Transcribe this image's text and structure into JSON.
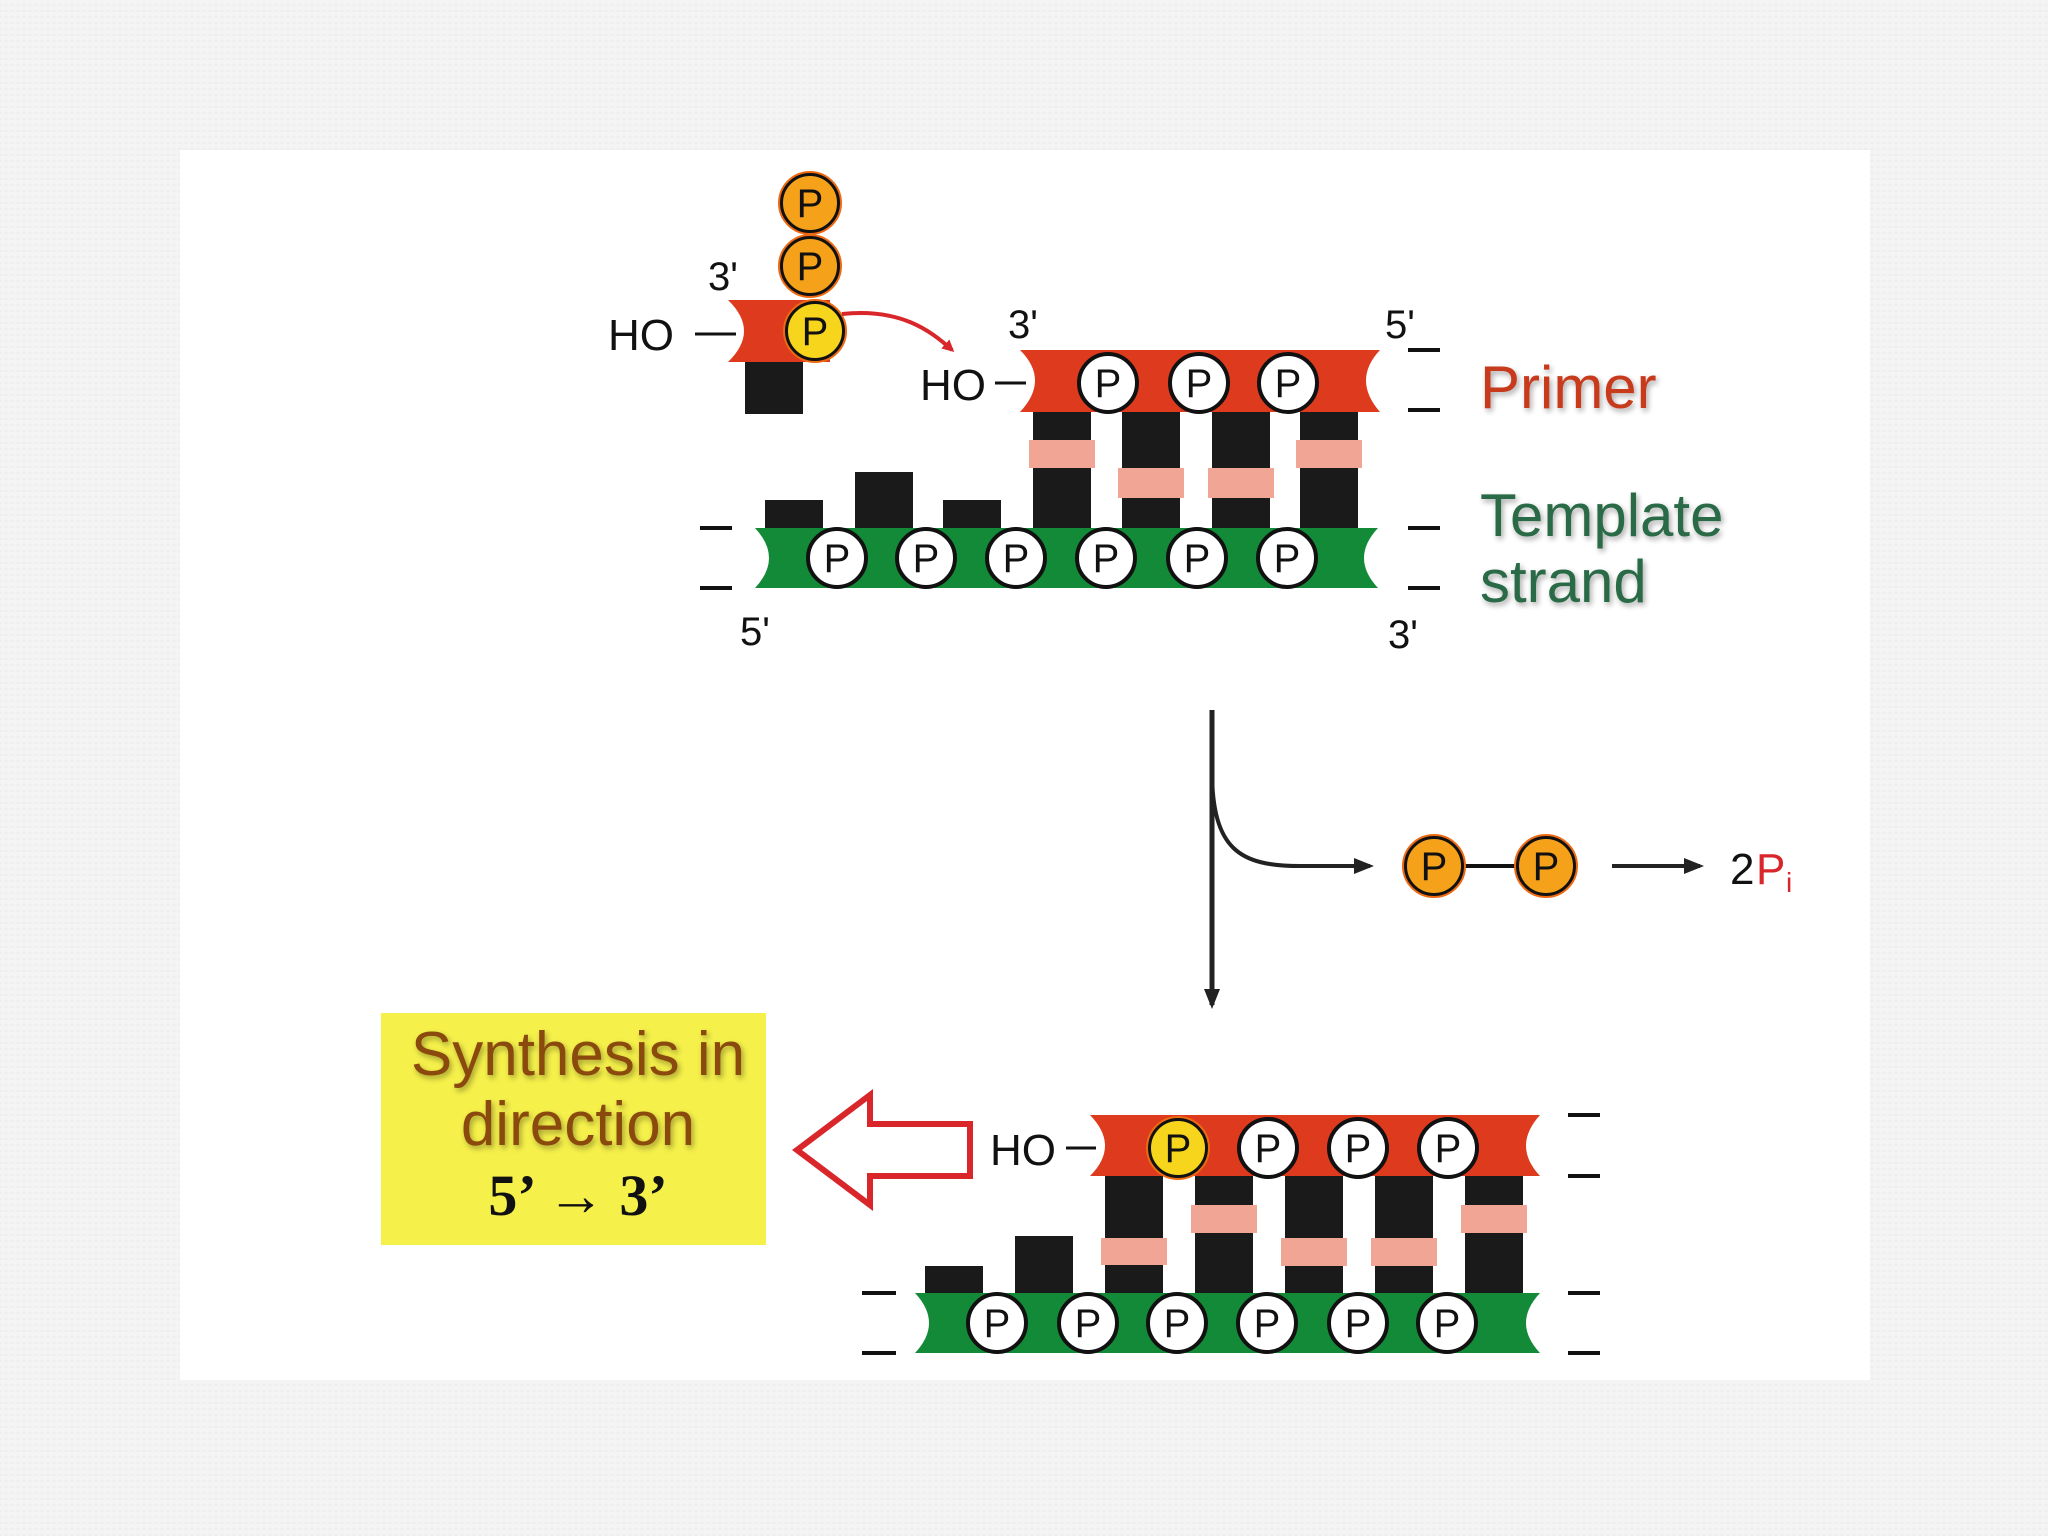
{
  "diagram": {
    "end_labels": {
      "three_prime": "3'",
      "five_prime": "5'",
      "hydroxyl": "HO"
    },
    "phosphate_symbol": "P",
    "labels": {
      "primer": "Primer",
      "template_line1": "Template",
      "template_line2": "strand"
    },
    "byproduct": {
      "product_prefix": "2",
      "product_symbol": "P",
      "product_subscript": "i"
    },
    "callout": {
      "line1": "Synthesis in",
      "line2": "direction",
      "line3": "5’ → 3’"
    },
    "colors": {
      "primer_strand": "#dd3a1e",
      "template_strand": "#138a38",
      "base": "#1a1a1a",
      "base_pair_bond": "#f1a595",
      "incoming_phosphate": "#f7d51c",
      "pyrophosphate": "#f5a21a",
      "phosphate_fill": "#ffffff",
      "arrow": "#d8262a",
      "label_primer": "#c73a1f",
      "label_template": "#2b6b47",
      "callout_bg": "#f5f04a",
      "callout_text": "#8a4a10"
    }
  }
}
